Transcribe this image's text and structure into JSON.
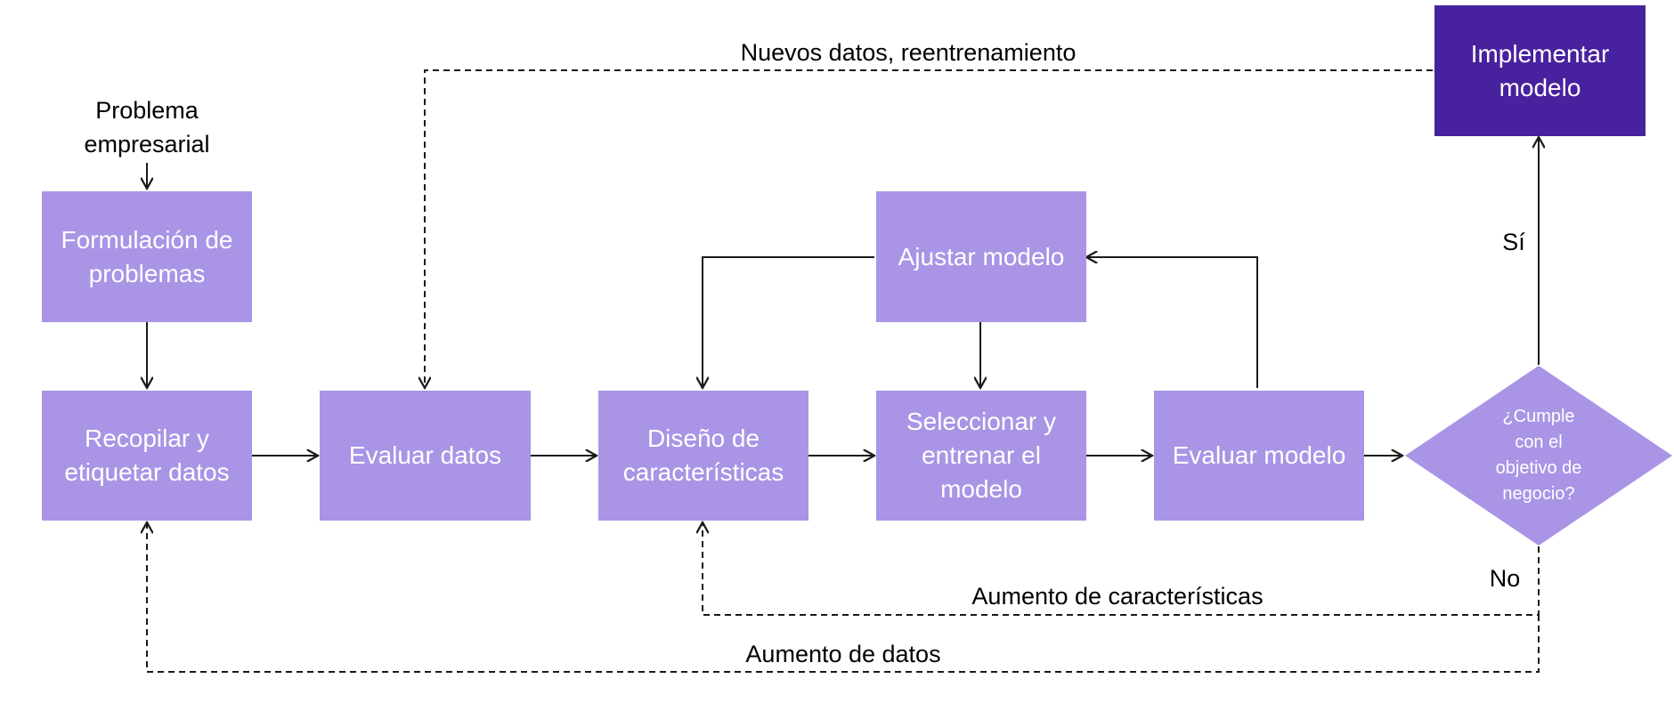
{
  "colors": {
    "box": "#a994e6",
    "box_dark": "#48219e",
    "box_text": "#ffffff",
    "line": "#1a1a1a",
    "label_text": "#000000"
  },
  "diagram": {
    "input_label": "Problema\nempresarial",
    "nodes": {
      "formulacion": "Formulación de\nproblemas",
      "recopilar": "Recopilar y\netiquetar datos",
      "evaluar_datos": "Evaluar datos",
      "diseno": "Diseño de\ncaracterísticas",
      "ajustar": "Ajustar modelo",
      "seleccionar": "Seleccionar y\nentrenar el\nmodelo",
      "evaluar_modelo": "Evaluar modelo",
      "decision": "¿Cumple\ncon el\nobjetivo de\nnegocio?",
      "implementar": "Implementar\nmodelo"
    },
    "edge_labels": {
      "yes": "Sí",
      "no": "No",
      "retrain": "Nuevos datos, reentrenamiento",
      "feature_augmentation": "Aumento de características",
      "data_augmentation": "Aumento de datos"
    }
  }
}
